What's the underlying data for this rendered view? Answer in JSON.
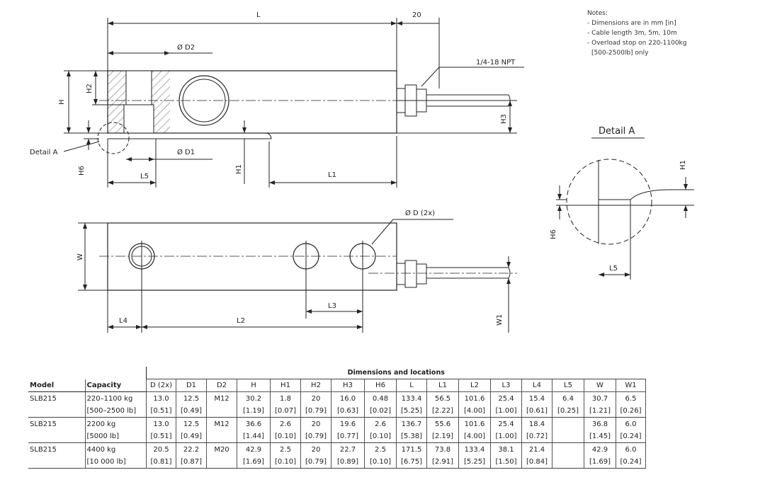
{
  "drawing": {
    "dims": {
      "L": "L",
      "twenty": "20",
      "D2": "Ø D2",
      "D1": "Ø D1",
      "H": "H",
      "H1": "H1",
      "H2": "H2",
      "H3": "H3",
      "H6": "H6",
      "L1": "L1",
      "L2": "L2",
      "L3": "L3",
      "L4": "L4",
      "L5": "L5",
      "W": "W",
      "W1": "W1",
      "D": "Ø D (2x)",
      "npt": "1/4-18 NPT",
      "detail_a": "Detail A"
    },
    "detail": {
      "title": "Detail A",
      "H1": "H1",
      "H6": "H6",
      "L5": "L5"
    }
  },
  "notes": {
    "title": "Notes:",
    "items": [
      "- Dimensions are in mm [in]",
      "- Cable length 3m, 5m, 10m",
      "- Overload stop on 220-1100kg",
      "  [500-2500lb] only"
    ]
  },
  "table": {
    "group_header": "Dimensions and locations",
    "model_header": "Model",
    "capacity_header": "Capacity",
    "columns": [
      "D (2x)",
      "D1",
      "D2",
      "H",
      "H1",
      "H2",
      "H3",
      "H6",
      "L",
      "L1",
      "L2",
      "L3",
      "L4",
      "L5",
      "W",
      "W1"
    ],
    "rows": [
      {
        "model": "SLB215",
        "cap_kg": "220–1100 kg",
        "cap_lb": "[500–2500 lb]",
        "mm": [
          "13.0",
          "12.5",
          "M12",
          "30.2",
          "1.8",
          "20",
          "16.0",
          "0.48",
          "133.4",
          "56.5",
          "101.6",
          "25.4",
          "15.4",
          "6.4",
          "30.7",
          "6.5"
        ],
        "in": [
          "[0.51]",
          "[0.49]",
          "",
          "[1.19]",
          "[0.07]",
          "[0.79]",
          "[0.63]",
          "[0.02]",
          "[5.25]",
          "[2.22]",
          "[4.00]",
          "[1.00]",
          "[0.61]",
          "[0.25]",
          "[1.21]",
          "[0.26]"
        ]
      },
      {
        "model": "SLB215",
        "cap_kg": "2200 kg",
        "cap_lb": "[5000 lb]",
        "mm": [
          "13.0",
          "12.5",
          "M12",
          "36.6",
          "2.6",
          "20",
          "19.6",
          "2.6",
          "136.7",
          "55.6",
          "101.6",
          "25.4",
          "18.4",
          "",
          "36.8",
          "6.0"
        ],
        "in": [
          "[0.51]",
          "[0.49]",
          "",
          "[1.44]",
          "[0.10]",
          "[0.79]",
          "[0.77]",
          "[0.10]",
          "[5.38]",
          "[2.19]",
          "[4.00]",
          "[1.00]",
          "[0.72]",
          "",
          "[1.45]",
          "[0.24]"
        ]
      },
      {
        "model": "SLB215",
        "cap_kg": "4400 kg",
        "cap_lb": "[10 000 lb]",
        "mm": [
          "20.5",
          "22.2",
          "M20",
          "42.9",
          "2.5",
          "20",
          "22.7",
          "2.5",
          "171.5",
          "73.8",
          "133.4",
          "38.1",
          "21.4",
          "",
          "42.9",
          "6.0"
        ],
        "in": [
          "[0.81]",
          "[0.87]",
          "",
          "[1.69]",
          "[0.10]",
          "[0.79]",
          "[0.89]",
          "[0.10]",
          "[6.75]",
          "[2.91]",
          "[5.25]",
          "[1.50]",
          "[0.84]",
          "",
          "[1.69]",
          "[0.24]"
        ]
      }
    ]
  }
}
